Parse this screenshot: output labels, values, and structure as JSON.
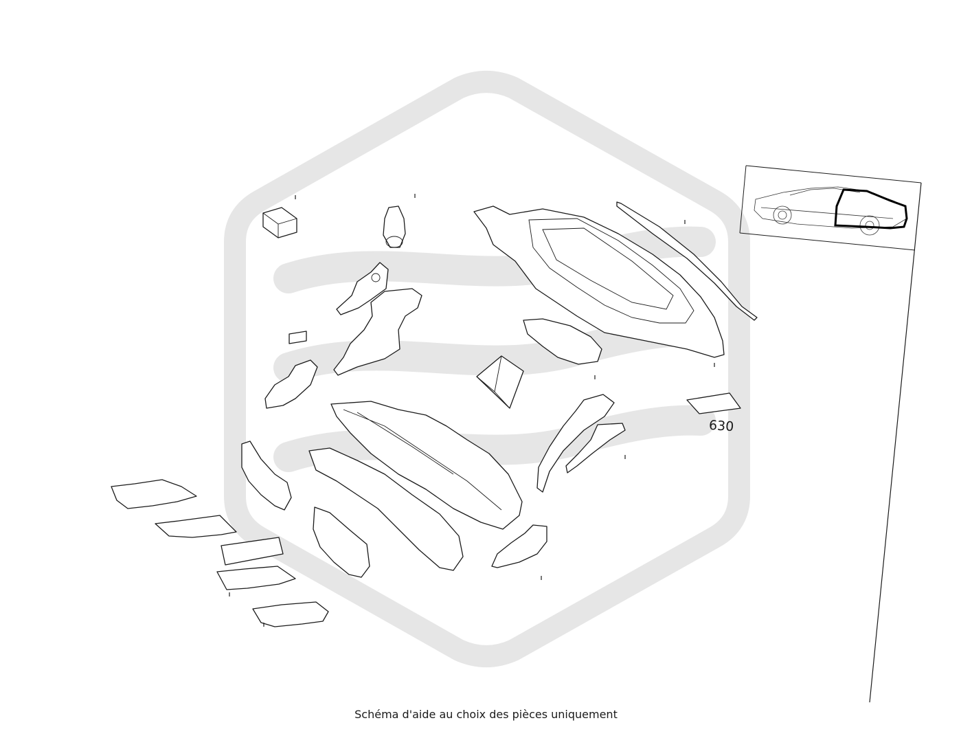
{
  "callouts": {
    "part_number": "630"
  },
  "footer": {
    "disclaimer": "Schéma d'aide au choix des pièces uniquement"
  },
  "watermark": {
    "icon": "hexagon-logo-watermark",
    "color": "#e6e6e6"
  },
  "thumbnail": {
    "icon": "car-rear-door-locator",
    "highlight_color": "#000000"
  }
}
